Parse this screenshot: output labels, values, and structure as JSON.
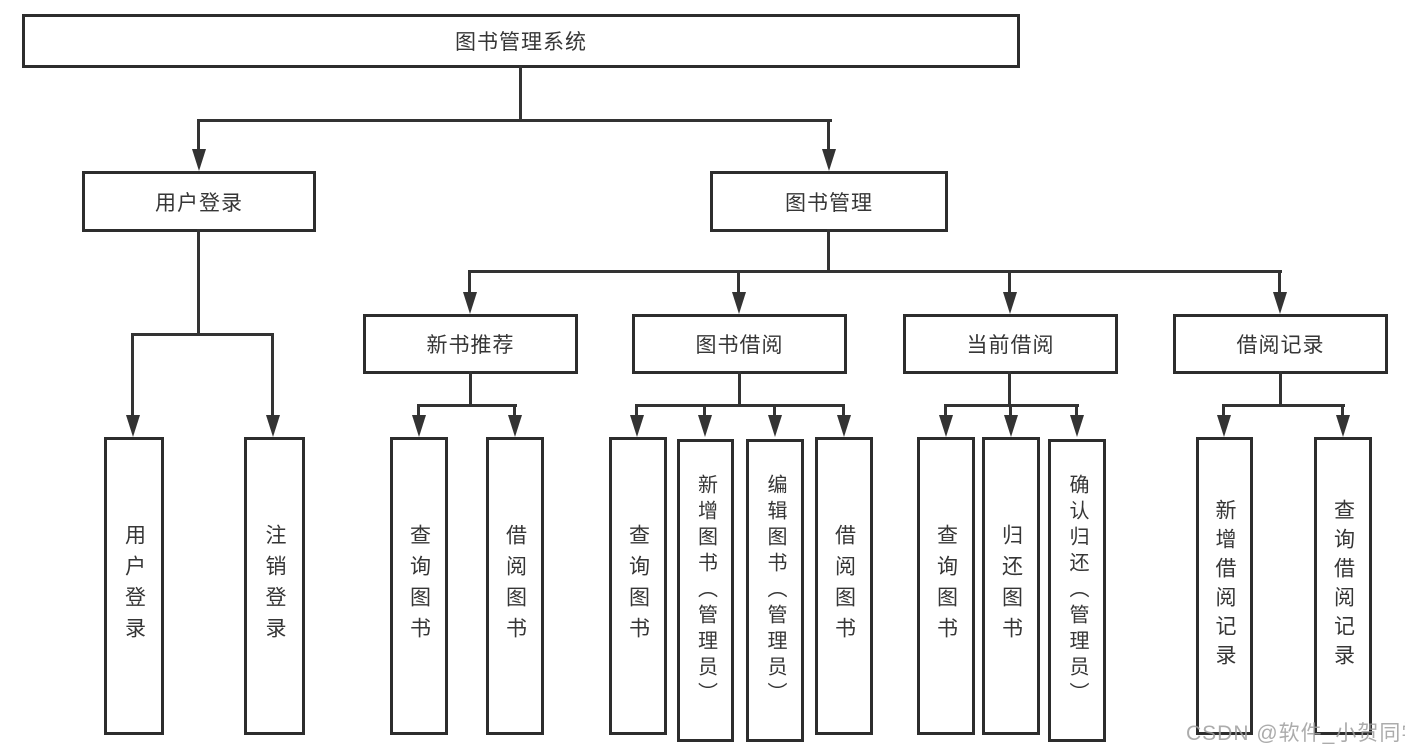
{
  "diagram_title": "图书管理系统",
  "tree": {
    "root": {
      "label": "图书管理系统"
    },
    "children": [
      {
        "label": "用户登录",
        "children": [
          {
            "label": "用户登录"
          },
          {
            "label": "注销登录"
          }
        ]
      },
      {
        "label": "图书管理",
        "children": [
          {
            "label": "新书推荐",
            "children": [
              {
                "label": "查询图书"
              },
              {
                "label": "借阅图书"
              }
            ]
          },
          {
            "label": "图书借阅",
            "children": [
              {
                "label": "查询图书"
              },
              {
                "label": "新增图书（管理员）"
              },
              {
                "label": "编辑图书（管理员）"
              },
              {
                "label": "借阅图书"
              }
            ]
          },
          {
            "label": "当前借阅",
            "children": [
              {
                "label": "查询图书"
              },
              {
                "label": "归还图书"
              },
              {
                "label": "确认归还（管理员）"
              }
            ]
          },
          {
            "label": "借阅记录",
            "children": [
              {
                "label": "新增借阅记录"
              },
              {
                "label": "查询借阅记录"
              }
            ]
          }
        ]
      }
    ]
  },
  "watermark": {
    "text": "CSDN @软件_小贺同学"
  },
  "colors": {
    "line": "#333333",
    "box_border": "#2d2d2d",
    "text": "#363636",
    "watermark": "#9e9e9e",
    "background": "#ffffff"
  }
}
